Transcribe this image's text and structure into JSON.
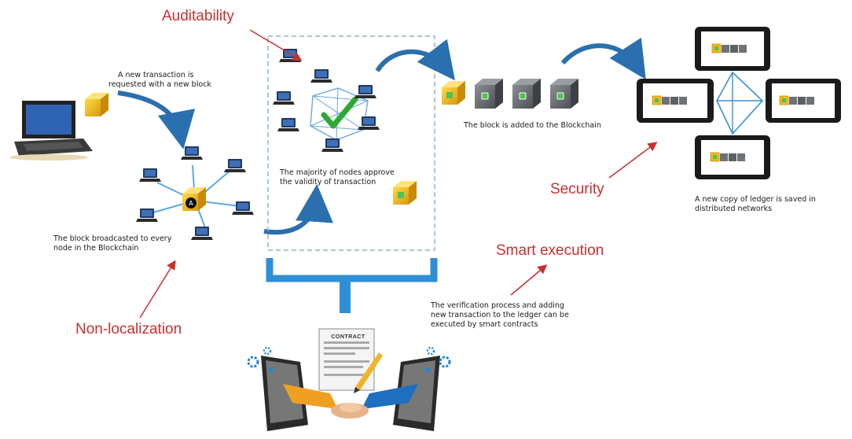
{
  "labels": {
    "auditability": "Auditability",
    "security": "Security",
    "smart_execution": "Smart execution",
    "non_localization": "Non-localization"
  },
  "captions": {
    "new_transaction": [
      "A new transaction is",
      "requested with a new block"
    ],
    "broadcast": [
      "The block broadcasted to every",
      "node in the Blockchain"
    ],
    "approve": [
      "The majority of nodes approve",
      "the validity of transaction"
    ],
    "added": [
      "The block is added to the Blockchain"
    ],
    "ledger": [
      "A new copy of ledger is saved in",
      "distributed networks"
    ],
    "verification": [
      "The verification process and adding",
      "new transaction to the ledger can be",
      "executed by smart contracts"
    ]
  },
  "contract_title": "CONTRACT",
  "icons": [
    "laptop-icon",
    "gold-block-icon",
    "broadcast-icon",
    "checkmark-icon",
    "smartphone-icon",
    "handshake-icon",
    "gear-icon"
  ],
  "colors": {
    "accent_red": "#c8302e",
    "arrow_blue": "#2a6fae",
    "bracket_blue": "#2f8fd6",
    "block_gold": "#f2b81c",
    "block_gray": "#6e7276",
    "dashed_box": "#8fb3cf"
  }
}
